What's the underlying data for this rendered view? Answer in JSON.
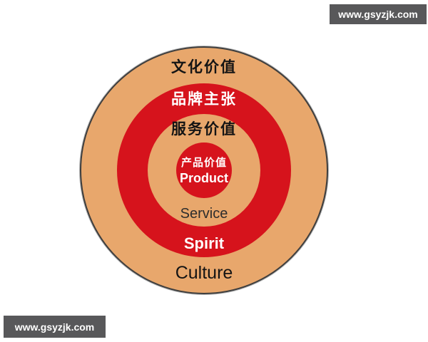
{
  "watermarks": {
    "top_right": "www.gsyzjk.com",
    "bottom_left": "www.gsyzjk.com"
  },
  "colors": {
    "ring_tan": "#E8A76C",
    "ring_red": "#D6131C",
    "watermark_bg": "#58585A",
    "outer_outline": "#3E3E3E",
    "text_dark": "#141414",
    "text_light": "#FFFFFF"
  },
  "diagram": {
    "type": "concentric-rings",
    "rings": [
      {
        "level": 1,
        "label_cn": "文化价值",
        "label_en": "Culture",
        "color": "#E8A76C"
      },
      {
        "level": 2,
        "label_cn": "品牌主张",
        "label_en": "Spirit",
        "color": "#D6131C"
      },
      {
        "level": 3,
        "label_cn": "服务价值",
        "label_en": "Service",
        "color": "#E8A76C"
      },
      {
        "level": 4,
        "label_cn": "产品价值",
        "label_en": "Product",
        "color": "#D6131C"
      }
    ]
  }
}
